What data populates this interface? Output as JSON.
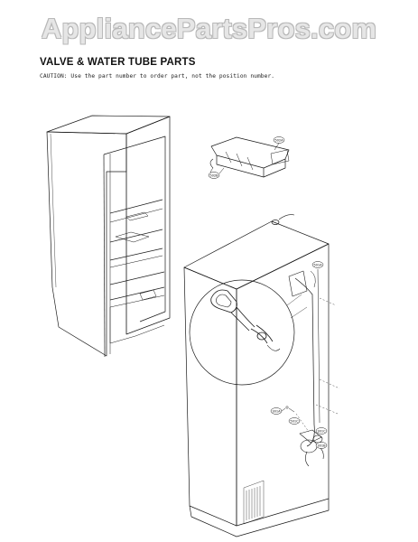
{
  "watermark": "AppliancePartsPros.com",
  "page_title": "VALVE & WATER TUBE PARTS",
  "caution": "CAUTION: Use the part number to order part, not the position number.",
  "callouts": {
    "c1": "502A",
    "c2": "502B",
    "c3": "501A",
    "c4": "301A",
    "c5": "501C",
    "c6": "301C",
    "c7": "301B"
  },
  "colors": {
    "line": "#1a1a1a",
    "watermark": "#e6e6e6"
  }
}
